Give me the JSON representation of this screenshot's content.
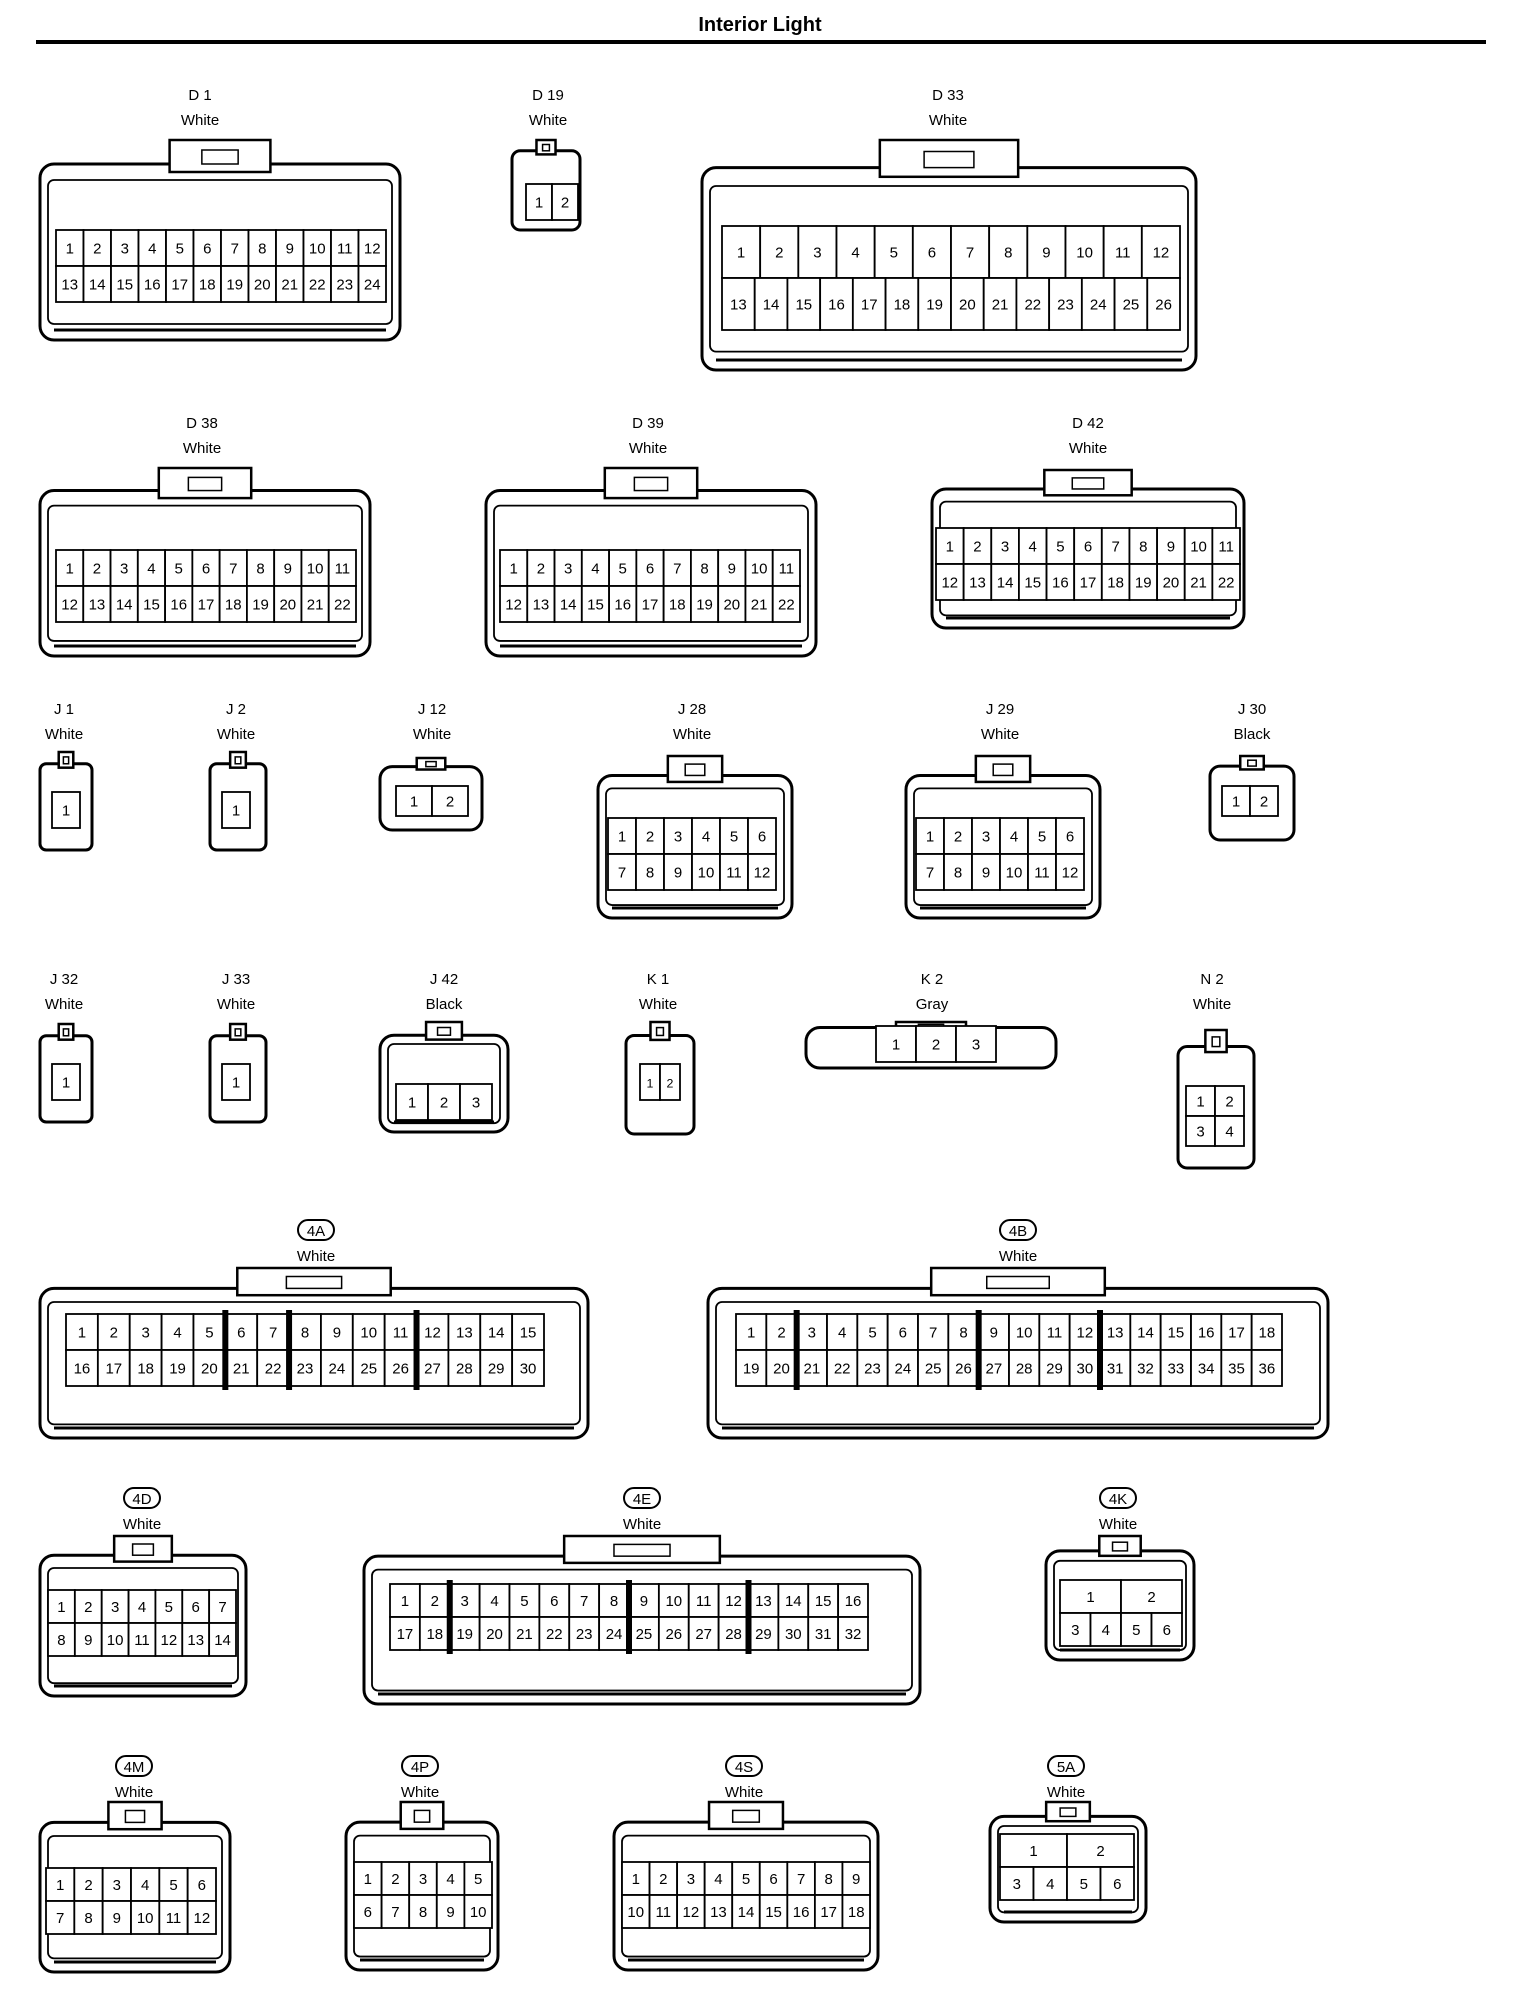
{
  "title": "Interior Light",
  "connectors": [
    {
      "id": "D 1",
      "color": "White",
      "pins": [
        [
          "1",
          "2",
          "3",
          "4",
          "5",
          "6",
          "7",
          "8",
          "9",
          "10",
          "11",
          "12"
        ],
        [
          "13",
          "14",
          "15",
          "16",
          "17",
          "18",
          "19",
          "20",
          "21",
          "22",
          "23",
          "24"
        ]
      ]
    },
    {
      "id": "D 19",
      "color": "White",
      "pins": [
        [
          "1",
          "2"
        ]
      ]
    },
    {
      "id": "D 33",
      "color": "White",
      "pins": [
        [
          "1",
          "2",
          "3",
          "4",
          "5",
          "6",
          "7",
          "8",
          "9",
          "10",
          "11",
          "12"
        ],
        [
          "13",
          "14",
          "15",
          "16",
          "17",
          "18",
          "19",
          "20",
          "21",
          "22",
          "23",
          "24",
          "25",
          "26"
        ]
      ]
    },
    {
      "id": "D 38",
      "color": "White",
      "pins": [
        [
          "1",
          "2",
          "3",
          "4",
          "5",
          "6",
          "7",
          "8",
          "9",
          "10",
          "11"
        ],
        [
          "12",
          "13",
          "14",
          "15",
          "16",
          "17",
          "18",
          "19",
          "20",
          "21",
          "22"
        ]
      ]
    },
    {
      "id": "D 39",
      "color": "White",
      "pins": [
        [
          "1",
          "2",
          "3",
          "4",
          "5",
          "6",
          "7",
          "8",
          "9",
          "10",
          "11"
        ],
        [
          "12",
          "13",
          "14",
          "15",
          "16",
          "17",
          "18",
          "19",
          "20",
          "21",
          "22"
        ]
      ]
    },
    {
      "id": "D 42",
      "color": "White",
      "pins": [
        [
          "1",
          "2",
          "3",
          "4",
          "5",
          "6",
          "7",
          "8",
          "9",
          "10",
          "11"
        ],
        [
          "12",
          "13",
          "14",
          "15",
          "16",
          "17",
          "18",
          "19",
          "20",
          "21",
          "22"
        ]
      ]
    },
    {
      "id": "J 1",
      "color": "White",
      "pins": [
        [
          "1"
        ]
      ]
    },
    {
      "id": "J 2",
      "color": "White",
      "pins": [
        [
          "1"
        ]
      ]
    },
    {
      "id": "J 12",
      "color": "White",
      "pins": [
        [
          "1",
          "2"
        ]
      ]
    },
    {
      "id": "J 28",
      "color": "White",
      "pins": [
        [
          "1",
          "2",
          "3",
          "4",
          "5",
          "6"
        ],
        [
          "7",
          "8",
          "9",
          "10",
          "11",
          "12"
        ]
      ]
    },
    {
      "id": "J 29",
      "color": "White",
      "pins": [
        [
          "1",
          "2",
          "3",
          "4",
          "5",
          "6"
        ],
        [
          "7",
          "8",
          "9",
          "10",
          "11",
          "12"
        ]
      ]
    },
    {
      "id": "J 30",
      "color": "Black",
      "pins": [
        [
          "1",
          "2"
        ]
      ]
    },
    {
      "id": "J 32",
      "color": "White",
      "pins": [
        [
          "1"
        ]
      ]
    },
    {
      "id": "J 33",
      "color": "White",
      "pins": [
        [
          "1"
        ]
      ]
    },
    {
      "id": "J 42",
      "color": "Black",
      "pins": [
        [
          "1",
          "2",
          "3"
        ]
      ]
    },
    {
      "id": "K 1",
      "color": "White",
      "pins": [
        [
          "1",
          "2"
        ]
      ]
    },
    {
      "id": "K 2",
      "color": "Gray",
      "pins": [
        [
          "1",
          "2",
          "3"
        ]
      ]
    },
    {
      "id": "N 2",
      "color": "White",
      "pins": [
        [
          "1",
          "2"
        ],
        [
          "3",
          "4"
        ]
      ]
    },
    {
      "id": "4A",
      "color": "White",
      "pins": [
        [
          "1",
          "2",
          "3",
          "4",
          "5",
          "6",
          "7",
          "8",
          "9",
          "10",
          "11",
          "12",
          "13",
          "14",
          "15"
        ],
        [
          "16",
          "17",
          "18",
          "19",
          "20",
          "21",
          "22",
          "23",
          "24",
          "25",
          "26",
          "27",
          "28",
          "29",
          "30"
        ]
      ]
    },
    {
      "id": "4B",
      "color": "White",
      "pins": [
        [
          "1",
          "2",
          "3",
          "4",
          "5",
          "6",
          "7",
          "8",
          "9",
          "10",
          "11",
          "12",
          "13",
          "14",
          "15",
          "16",
          "17",
          "18"
        ],
        [
          "19",
          "20",
          "21",
          "22",
          "23",
          "24",
          "25",
          "26",
          "27",
          "28",
          "29",
          "30",
          "31",
          "32",
          "33",
          "34",
          "35",
          "36"
        ]
      ]
    },
    {
      "id": "4D",
      "color": "White",
      "pins": [
        [
          "1",
          "2",
          "3",
          "4",
          "5",
          "6",
          "7"
        ],
        [
          "8",
          "9",
          "10",
          "11",
          "12",
          "13",
          "14"
        ]
      ]
    },
    {
      "id": "4E",
      "color": "White",
      "pins": [
        [
          "1",
          "2",
          "3",
          "4",
          "5",
          "6",
          "7",
          "8",
          "9",
          "10",
          "11",
          "12",
          "13",
          "14",
          "15",
          "16"
        ],
        [
          "17",
          "18",
          "19",
          "20",
          "21",
          "22",
          "23",
          "24",
          "25",
          "26",
          "27",
          "28",
          "29",
          "30",
          "31",
          "32"
        ]
      ]
    },
    {
      "id": "4K",
      "color": "White",
      "pins": [
        [
          "1",
          "2"
        ],
        [
          "3",
          "4",
          "5",
          "6"
        ]
      ]
    },
    {
      "id": "4M",
      "color": "White",
      "pins": [
        [
          "1",
          "2",
          "3",
          "4",
          "5",
          "6"
        ],
        [
          "7",
          "8",
          "9",
          "10",
          "11",
          "12"
        ]
      ]
    },
    {
      "id": "4P",
      "color": "White",
      "pins": [
        [
          "1",
          "2",
          "3",
          "4",
          "5"
        ],
        [
          "6",
          "7",
          "8",
          "9",
          "10"
        ]
      ]
    },
    {
      "id": "4S",
      "color": "White",
      "pins": [
        [
          "1",
          "2",
          "3",
          "4",
          "5",
          "6",
          "7",
          "8",
          "9"
        ],
        [
          "10",
          "11",
          "12",
          "13",
          "14",
          "15",
          "16",
          "17",
          "18"
        ]
      ]
    },
    {
      "id": "5A",
      "color": "White",
      "pins": [
        [
          "1",
          "2"
        ],
        [
          "3",
          "4",
          "5",
          "6"
        ]
      ]
    }
  ]
}
